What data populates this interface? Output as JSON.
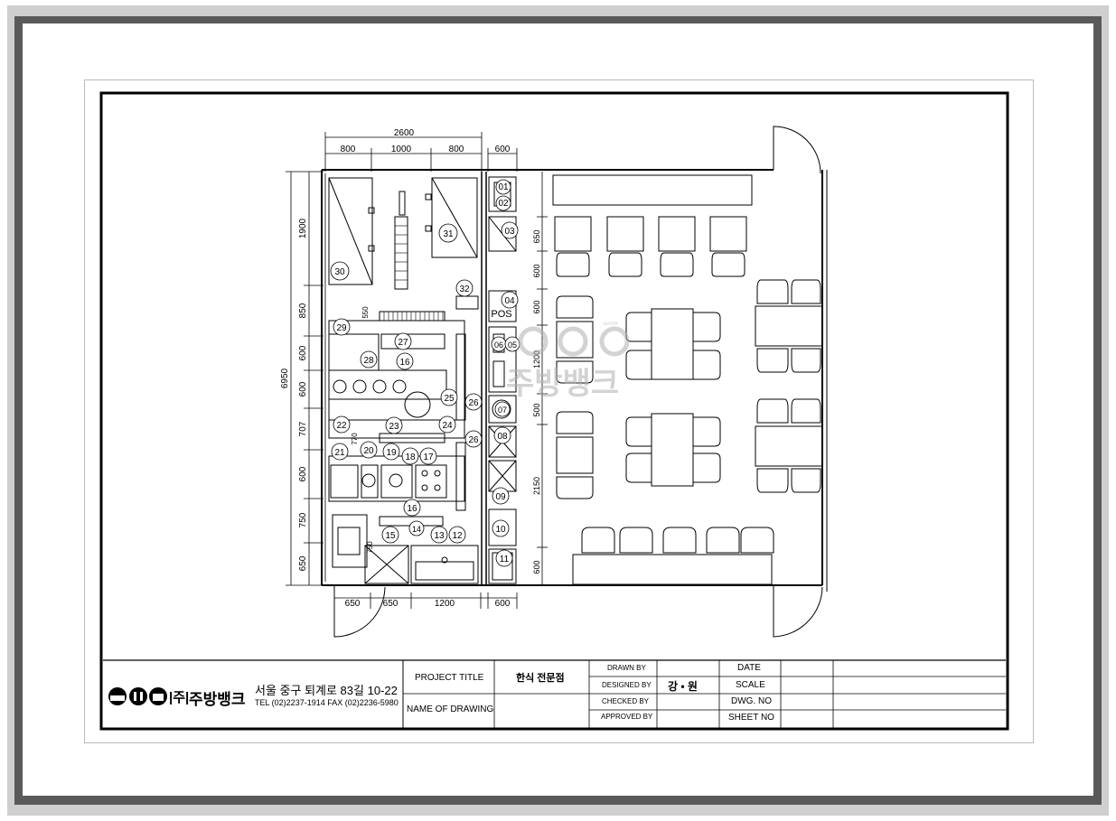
{
  "dimensions": {
    "top_total": "2600",
    "top_a": "800",
    "top_b": "1000",
    "top_c": "800",
    "top_d": "600",
    "left_total": "6950",
    "left_1": "1900",
    "left_2": "850",
    "left_3": "600",
    "left_4": "600",
    "left_5": "707",
    "left_6": "600",
    "left_7": "750",
    "left_8": "650",
    "right_1": "650",
    "right_2": "600",
    "right_3": "600",
    "right_4": "1200",
    "right_5": "500",
    "right_6": "2150",
    "right_7": "600",
    "bottom_a": "650",
    "bottom_b": "650",
    "bottom_c": "1200",
    "bottom_d": "600",
    "inner_550": "550",
    "inner_770": "770",
    "inner_750": "750"
  },
  "labels": {
    "n01": "01",
    "n02": "02",
    "n03": "03",
    "n04": "04",
    "n05": "05",
    "n06": "06",
    "n07": "07",
    "n08": "08",
    "n09": "09",
    "n10": "10",
    "n11": "11",
    "n12": "12",
    "n13": "13",
    "n14": "14",
    "n15": "15",
    "n16a": "16",
    "n16b": "16",
    "n17": "17",
    "n18": "18",
    "n19": "19",
    "n20": "20",
    "n21": "21",
    "n22": "22",
    "n23": "23",
    "n24": "24",
    "n25": "25",
    "n26a": "26",
    "n26b": "26",
    "n27": "27",
    "n28": "28",
    "n29": "29",
    "n30": "30",
    "n31": "31",
    "n32": "32",
    "pos": "POS"
  },
  "watermark": {
    "text": "주방뱅크",
    "small": "BANK"
  },
  "title_block": {
    "company": "주방뱅크",
    "company_prefix": "|주|",
    "address": "서울 중구 퇴계로 83길 10-22",
    "contact": "TEL (02)2237-1914 FAX (02)2236-5980",
    "project_title_label": "PROJECT TITLE",
    "project_title_value": "한식 전문점",
    "name_of_drawing_label": "NAME OF DRAWING",
    "drawn_by": "DRAWN BY",
    "designed_by": "DESIGNED BY",
    "designer": "강 • 원",
    "checked_by": "CHECKED BY",
    "approved_by": "APPROVED BY",
    "date": "DATE",
    "scale": "SCALE",
    "dwg_no": "DWG. NO",
    "sheet_no": "SHEET NO"
  },
  "colors": {
    "line": "#000000",
    "frame_dark": "#5a5a5a",
    "frame_light": "#cfcfcf",
    "watermark": "#b0b0b0"
  }
}
